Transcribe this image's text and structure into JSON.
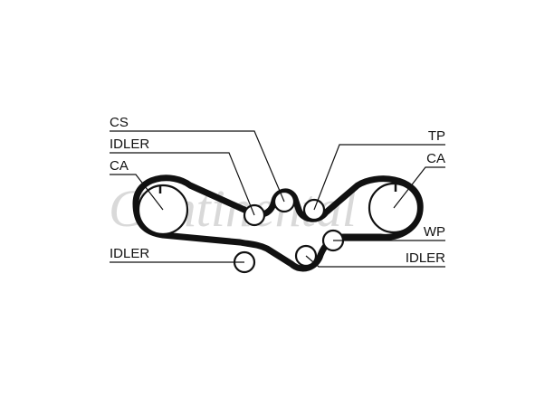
{
  "watermark": "Continental",
  "labels": {
    "cs": "CS",
    "idler_top": "IDLER",
    "ca_left": "CA",
    "idler_left": "IDLER",
    "tp": "TP",
    "ca_right": "CA",
    "wp": "WP",
    "idler_right": "IDLER"
  }
}
